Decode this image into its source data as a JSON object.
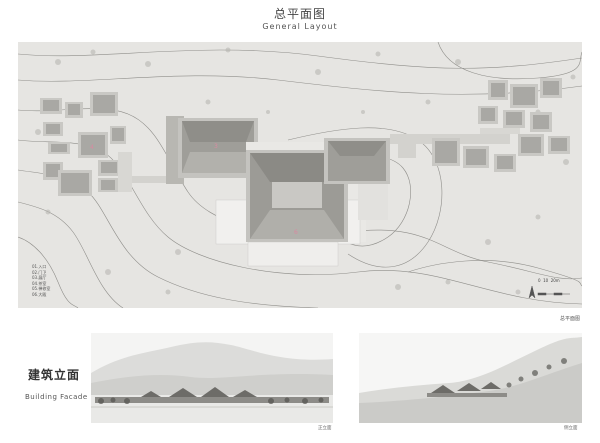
{
  "header": {
    "title_cn": "总平面图",
    "title_en": "General Layout"
  },
  "plan": {
    "caption": "总平面图",
    "legend": [
      "01.入口",
      "02.门卫",
      "03.展厅",
      "04.茶室",
      "05.禅修室",
      "06.大殿"
    ],
    "labels": [
      "4",
      "3",
      "6"
    ],
    "scale_label": "0  10  20m"
  },
  "facade": {
    "title_cn": "建筑立面",
    "title_en": "Building Facade",
    "caption_front": "正立面",
    "caption_side": "侧立面"
  },
  "colors": {
    "ground": "#e6e5e2",
    "building": "#c9c8c4",
    "roof": "#a9a8a4",
    "label_pink": "#d98aa0"
  }
}
